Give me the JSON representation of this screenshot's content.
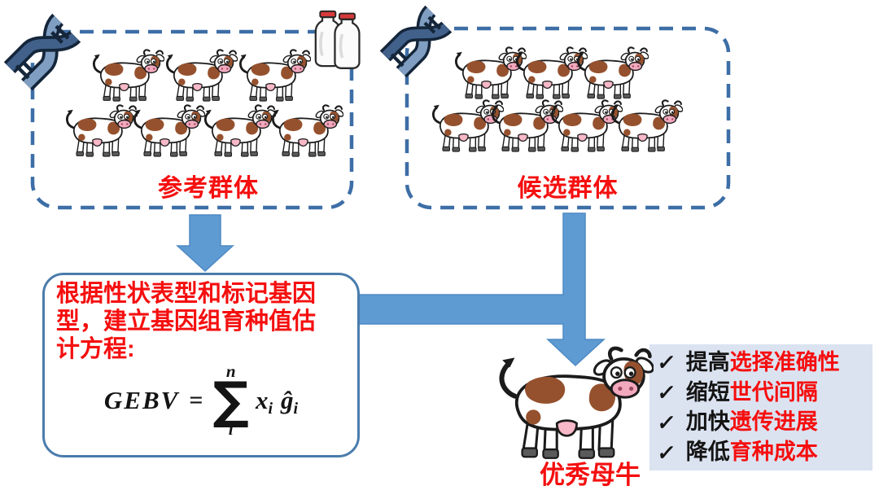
{
  "reference_population": {
    "label": "参考群体",
    "cow_count": 7
  },
  "candidate_population": {
    "label": "候选群体",
    "cow_count": 7
  },
  "method_box": {
    "lines": [
      "根据性状表型和标记基因",
      "型，建立基因组育种值估",
      "计方程:"
    ],
    "formula": {
      "lhs": "GEBV",
      "eq": "=",
      "sigma": "∑",
      "upper": "n",
      "lower": "i",
      "x": "x",
      "x_sub": "i",
      "g": "ĝ",
      "g_sub": "i"
    }
  },
  "result_label": "优秀母牛",
  "benefits": {
    "items": [
      {
        "check": "✓",
        "prefix": "提高",
        "highlight": "选择准确性"
      },
      {
        "check": "✓",
        "prefix": "缩短",
        "highlight": "世代间隔"
      },
      {
        "check": "✓",
        "prefix": "加快",
        "highlight": "遗传进展"
      },
      {
        "check": "✓",
        "prefix": "降低",
        "highlight": "育种成本"
      }
    ]
  },
  "colors": {
    "dashed_border": "#3d6ea6",
    "box_border": "#4a7cac",
    "arrow_fill": "#5e9bd3",
    "accent_red": "#f50f0f",
    "benefits_bg": "#dbe3f1",
    "cow_brown": "#95512e"
  }
}
